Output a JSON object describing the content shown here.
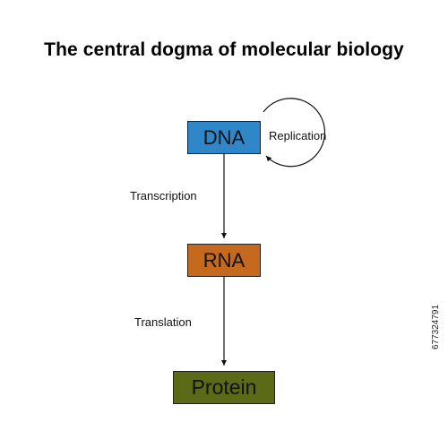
{
  "title": "The central dogma of molecular biology",
  "nodes": {
    "dna": {
      "label": "DNA",
      "color": "#2f87c9"
    },
    "rna": {
      "label": "RNA",
      "color": "#c5691f"
    },
    "protein": {
      "label": "Protein",
      "color": "#5a6a17"
    }
  },
  "processes": {
    "replication": "Replication",
    "transcription": "Transcription",
    "translation": "Translation"
  },
  "stock_id": "677324791"
}
